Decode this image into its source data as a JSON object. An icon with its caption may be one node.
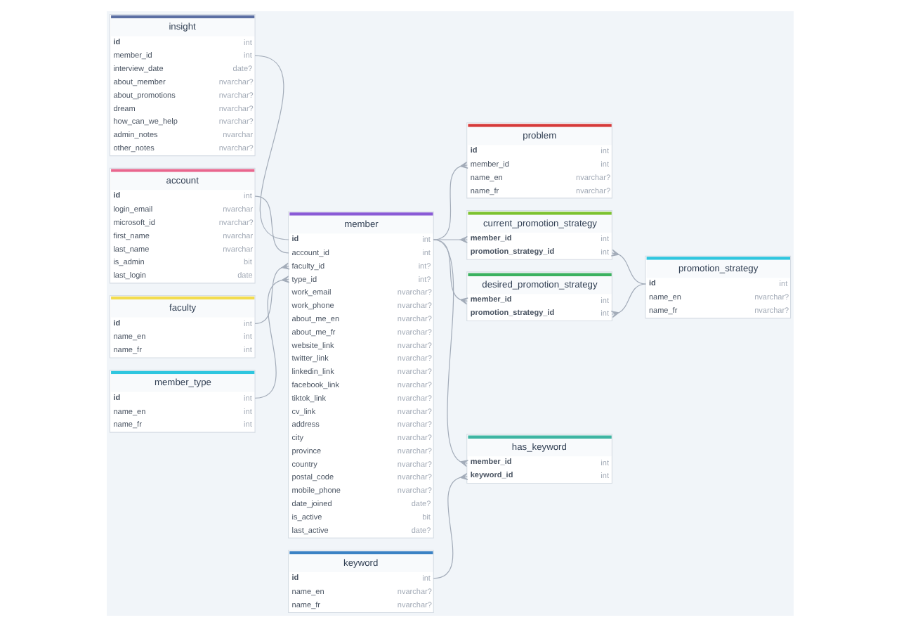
{
  "diagram": {
    "nodes": [
      {
        "text": [
          "insight",
          "id",
          "int",
          "member_id",
          "int",
          "interview_date",
          "date?",
          "about_member",
          "nvarchar?",
          "about_promotions",
          "nvarchar?",
          "dream",
          "nvarchar?",
          "how_can_we_help",
          "nvarchar?",
          "admin_notes",
          "nvarchar",
          "other_notes",
          "nvarchar?"
        ]
      },
      {
        "text": [
          "problem",
          "id",
          "int",
          "member_id",
          "int",
          "name_en",
          "nvarchar?",
          "name_fr",
          "nvarchar?"
        ]
      },
      {
        "text": [
          "has_keyword",
          "member_id",
          "int",
          "keyword_id",
          "int"
        ]
      },
      {
        "text": [
          "member",
          "id",
          "int",
          "account_id",
          "int",
          "faculty_id",
          "int?",
          "type_id",
          "int?",
          "work_email",
          "nvarchar?",
          "work_phone",
          "nvarchar?",
          "about_me_en",
          "nvarchar?",
          "about_me_fr",
          "nvarchar?",
          "website_link",
          "nvarchar?",
          "twitter_link",
          "nvarchar?",
          "linkedin_link",
          "nvarchar?",
          "facebook_link",
          "nvarchar?",
          "tiktok_link",
          "nvarchar?",
          "cv_link",
          "nvarchar?",
          "address",
          "nvarchar?",
          "city",
          "nvarchar?",
          "province",
          "nvarchar?",
          "country",
          "nvarchar?",
          "postal_code",
          "nvarchar?",
          "mobile_phone",
          "nvarchar?",
          "date_joined",
          "date?",
          "is_active",
          "bit",
          "last_active",
          "date?"
        ]
      },
      {
        "text": [
          "account",
          "id",
          "int",
          "login_email",
          "nvarchar",
          "microsoft_id",
          "nvarchar?",
          "first_name",
          "nvarchar",
          "last_name",
          "nvarchar",
          "is_admin",
          "bit",
          "last_login",
          "date"
        ]
      },
      {
        "text": [
          "keyword",
          "id",
          "int",
          "name_en",
          "nvarchar?",
          "name_fr",
          "nvarchar?"
        ]
      },
      {
        "text": [
          "faculty",
          "id",
          "int",
          "name_en",
          "int",
          "name_fr",
          "int"
        ]
      },
      {
        "text": [
          "current_promotion_strategy",
          "member_id",
          "int",
          "promotion_strategy_id",
          "int"
        ]
      },
      {
        "text": [
          "promotion_strategy",
          "id",
          "int",
          "name_en",
          "nvarchar?",
          "name_fr",
          "nvarchar?"
        ]
      },
      {
        "text": [
          "desired_promotion_strategy",
          "member_id",
          "int",
          "promotion_strategy_id",
          "int"
        ]
      },
      {
        "text": [
          "member_type",
          "id",
          "int",
          "name_en",
          "int",
          "name_fr",
          "int"
        ]
      }
    ],
    "edges": [
      {
        "from": 0,
        "to": 3,
        "arrow": "none"
      },
      {
        "from": 4,
        "to": 3,
        "arrow": "none"
      },
      {
        "from": 6,
        "to": 3,
        "arrow": "other"
      },
      {
        "from": 10,
        "to": 3,
        "arrow": "other"
      },
      {
        "from": 3,
        "to": 1,
        "arrow": "other"
      },
      {
        "from": 3,
        "to": 2,
        "arrow": "other"
      },
      {
        "from": 5,
        "to": 2,
        "arrow": "other"
      },
      {
        "from": 3,
        "to": 7,
        "arrow": "other"
      },
      {
        "from": 3,
        "to": 9,
        "arrow": "other"
      },
      {
        "from": 8,
        "to": 7,
        "arrow": "other"
      },
      {
        "from": 8,
        "to": 9,
        "arrow": "other"
      }
    ]
  }
}
